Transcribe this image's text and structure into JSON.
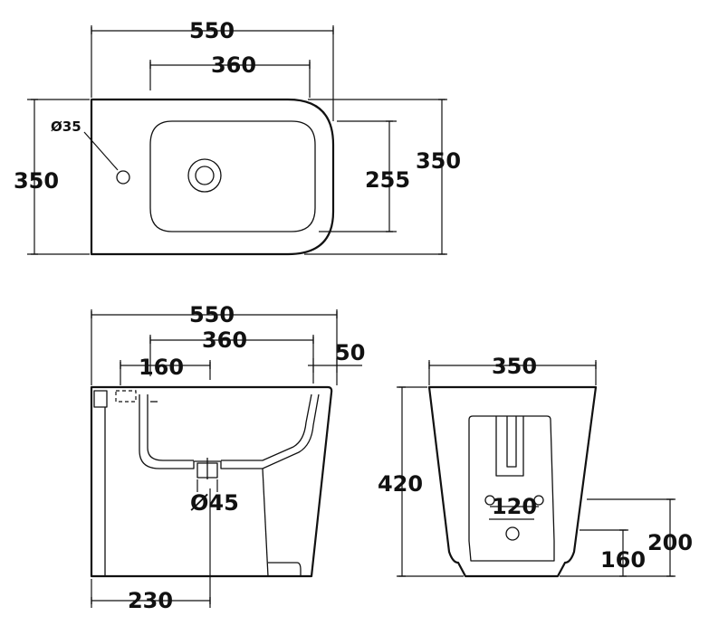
{
  "top_view": {
    "width_total": "550",
    "basin_width": "360",
    "depth_left": "350",
    "depth_right": "350",
    "basin_depth": "255",
    "tap_hole": "Ø35"
  },
  "side_view": {
    "width_total": "550",
    "basin_width": "360",
    "rim": "50",
    "inlet_offset": "160",
    "waste": "Ø45",
    "rear_offset": "230"
  },
  "back_view": {
    "width": "350",
    "height": "420",
    "fixing_spacing": "120",
    "outlet_height": "200",
    "inlet_height": "160"
  }
}
